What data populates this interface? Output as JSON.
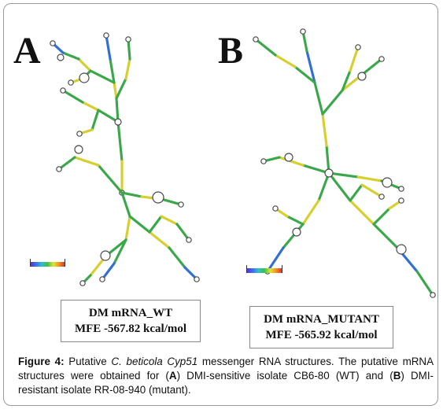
{
  "panels": [
    {
      "letter": "A",
      "title": "DM mRNA_WT",
      "mfe": "MFE -567.82 kcal/mol"
    },
    {
      "letter": "B",
      "title": "DM mRNA_MUTANT",
      "mfe": "MFE -565.92 kcal/mol"
    }
  ],
  "caption": {
    "label": "Figure 4:",
    "text1": " Putative ",
    "species": "C. beticola Cyp51",
    "text2": " messenger RNA structures. The putative mRNA structures were obtained for (",
    "a": "A",
    "text3": ") DMI-sensitive isolate CB6-80 (WT) and (",
    "b": "B",
    "text4": ") DMI-resistant isolate RR-08-940 (mutant)."
  },
  "colors": {
    "stem_green": "#3aa84a",
    "stem_yellow": "#d6cf2e",
    "stem_blue": "#2f6fd6",
    "stem_purple": "#6b2fc0",
    "loop_outline": "#4a4a4a"
  }
}
